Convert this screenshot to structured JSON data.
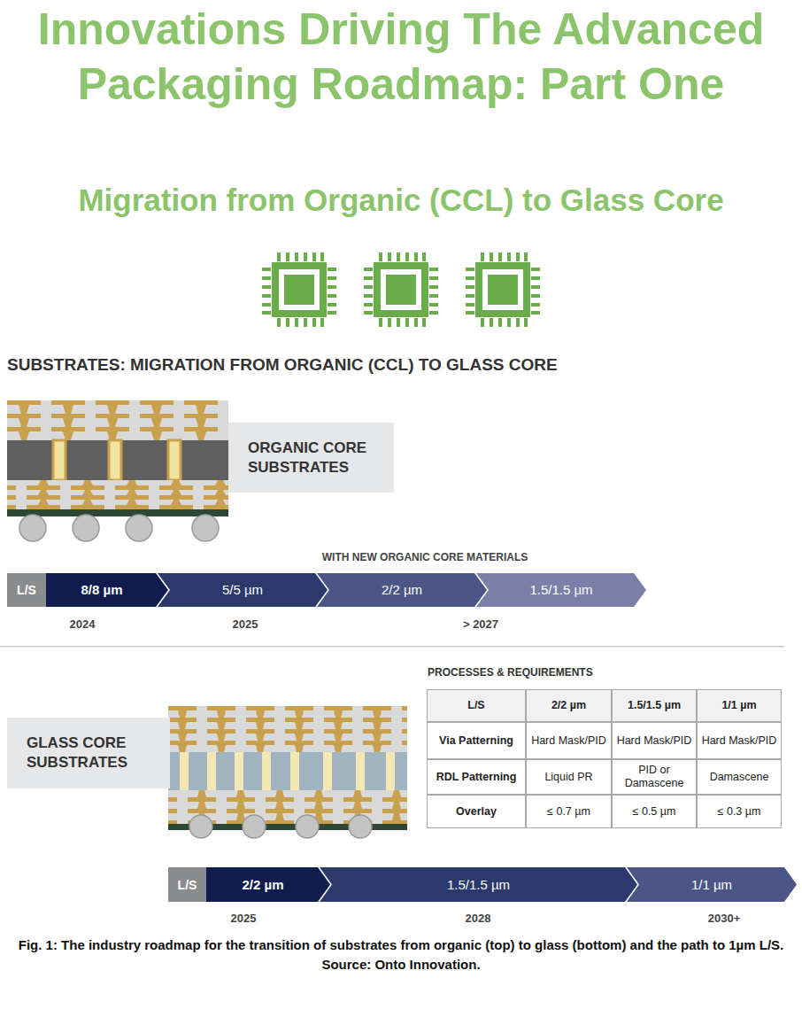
{
  "diagram": {
    "title": "Innovations Driving The Advanced Packaging Roadmap: Part One",
    "caption": "Fig. 1: The industry roadmap for the transition of substrates from organic (top) to glass (bottom) and the path to 1µm L/S. Source: Onto Innovation.",
    "nodes": [
      {
        "text": [
          "ORGANIC CORE SUBSTRATES"
        ]
      },
      {
        "text": [
          "L/S"
        ]
      },
      {
        "text": [
          "8/8 µm"
        ]
      },
      {
        "text": [
          "5/5 µm"
        ]
      },
      {
        "text": [
          "2/2 µm"
        ]
      },
      {
        "text": [
          "1.5/1.5 µm"
        ]
      },
      {
        "text": [
          "GLASS CORE SUBSTRATES"
        ]
      },
      {
        "text": [
          "L/S"
        ]
      },
      {
        "text": [
          "2/2 µm"
        ]
      },
      {
        "text": [
          "1.5/1.5 µm"
        ]
      },
      {
        "text": [
          "1/1 µm"
        ]
      }
    ],
    "labels": [
      "Migration from Organic (CCL) to Glass Core",
      "SUBSTRATES: MIGRATION FROM ORGANIC (CCL) TO GLASS CORE",
      "WITH NEW ORGANIC CORE MATERIALS",
      "2024",
      "2025",
      "> 2027",
      "PROCESSES & REQUIREMENTS",
      "L/S",
      "2/2 µm",
      "1.5/1.5 µm",
      "1/1 µm",
      "Via Patterning",
      "Hard Mask/PID",
      "Hard Mask/PID",
      "Hard Mask/PID",
      "RDL Patterning",
      "Liquid PR",
      "PID or Damascene",
      "Damascene",
      "Overlay",
      "≤ 0.7 µm",
      "≤ 0.5 µm",
      "≤ 0.3 µm",
      "2025",
      "2028",
      "2030+"
    ]
  }
}
